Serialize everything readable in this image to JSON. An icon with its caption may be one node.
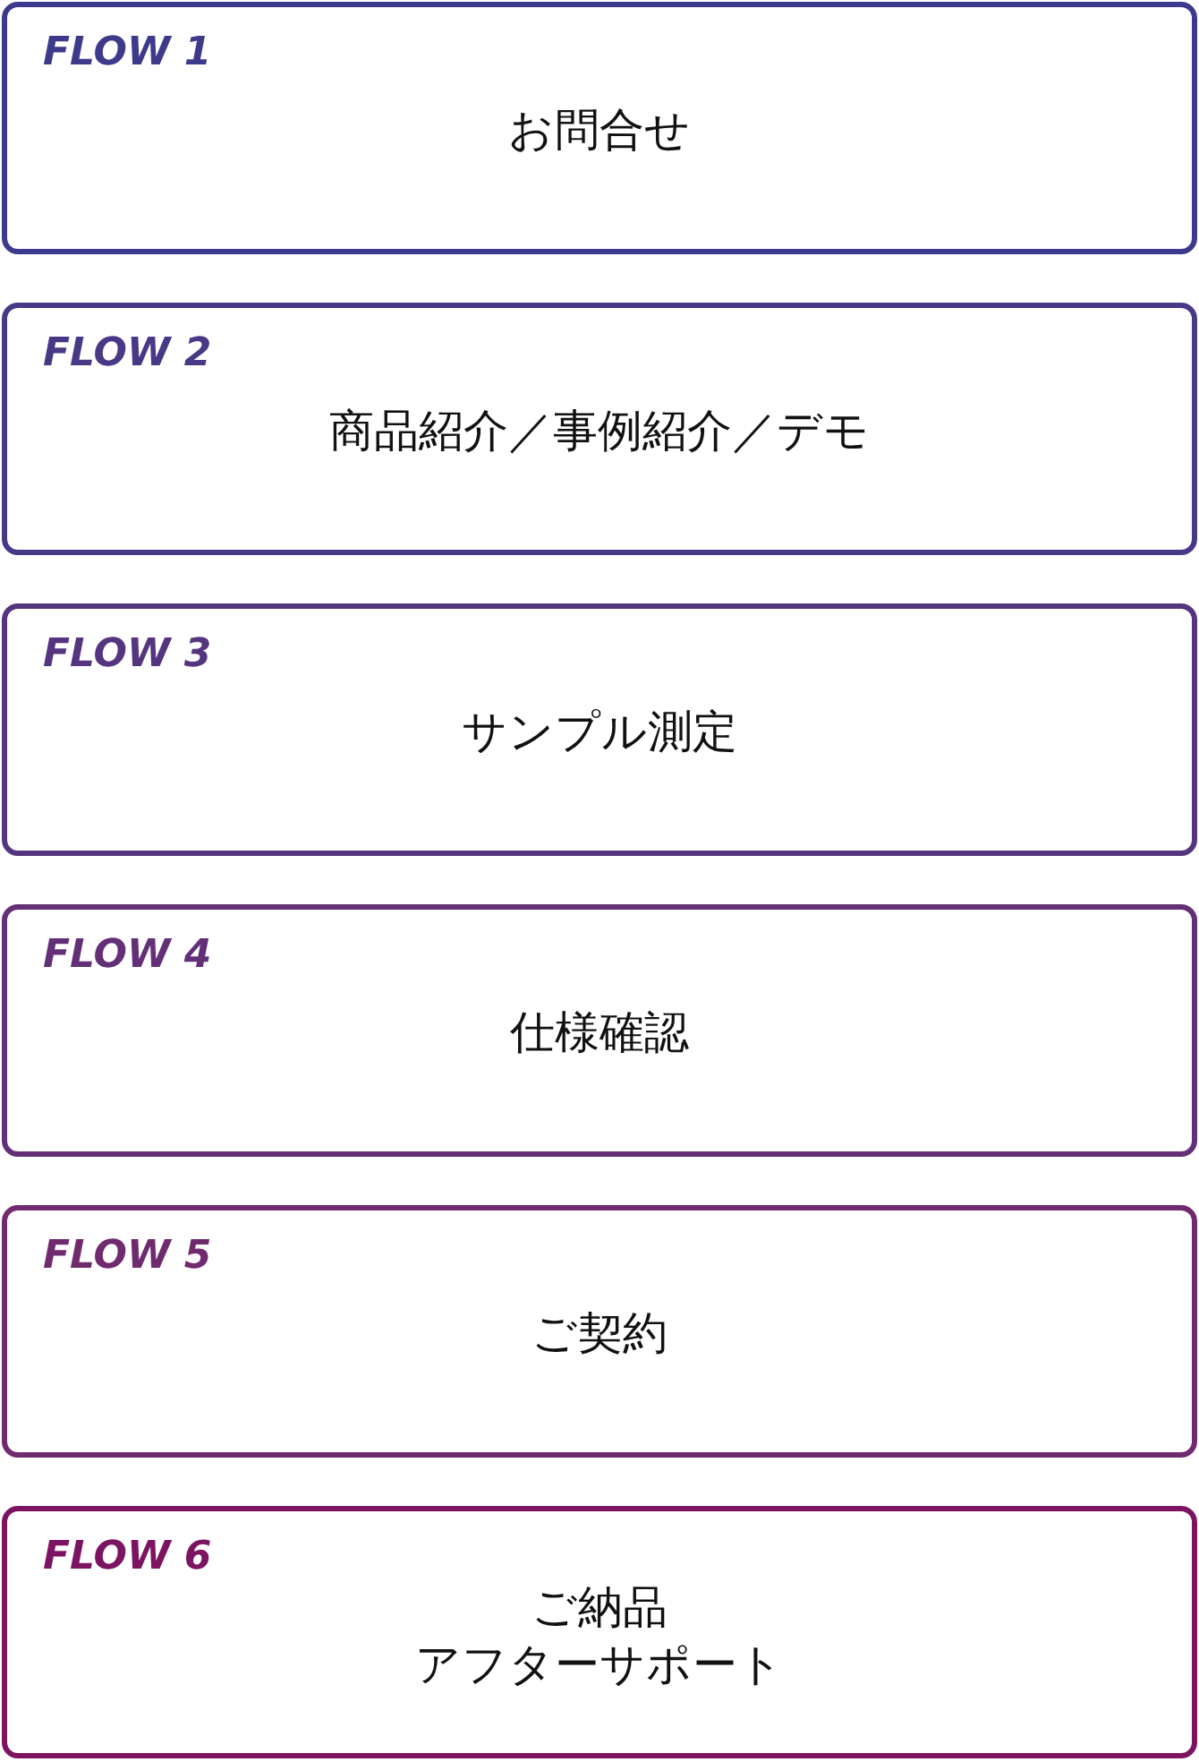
{
  "diagram": {
    "nodes": [
      {
        "text": [
          "FLOW 1",
          "お問合せ"
        ]
      },
      {
        "text": [
          "FLOW 2",
          "商品紹介／事例紹介／デモ"
        ]
      },
      {
        "text": [
          "FLOW 3",
          "サンプル測定"
        ]
      },
      {
        "text": [
          "FLOW 4",
          "仕様確認"
        ]
      },
      {
        "text": [
          "FLOW 5",
          "ご契約"
        ]
      },
      {
        "text": [
          "FLOW 6",
          "ご納品",
          "アフターサポート"
        ]
      }
    ]
  }
}
